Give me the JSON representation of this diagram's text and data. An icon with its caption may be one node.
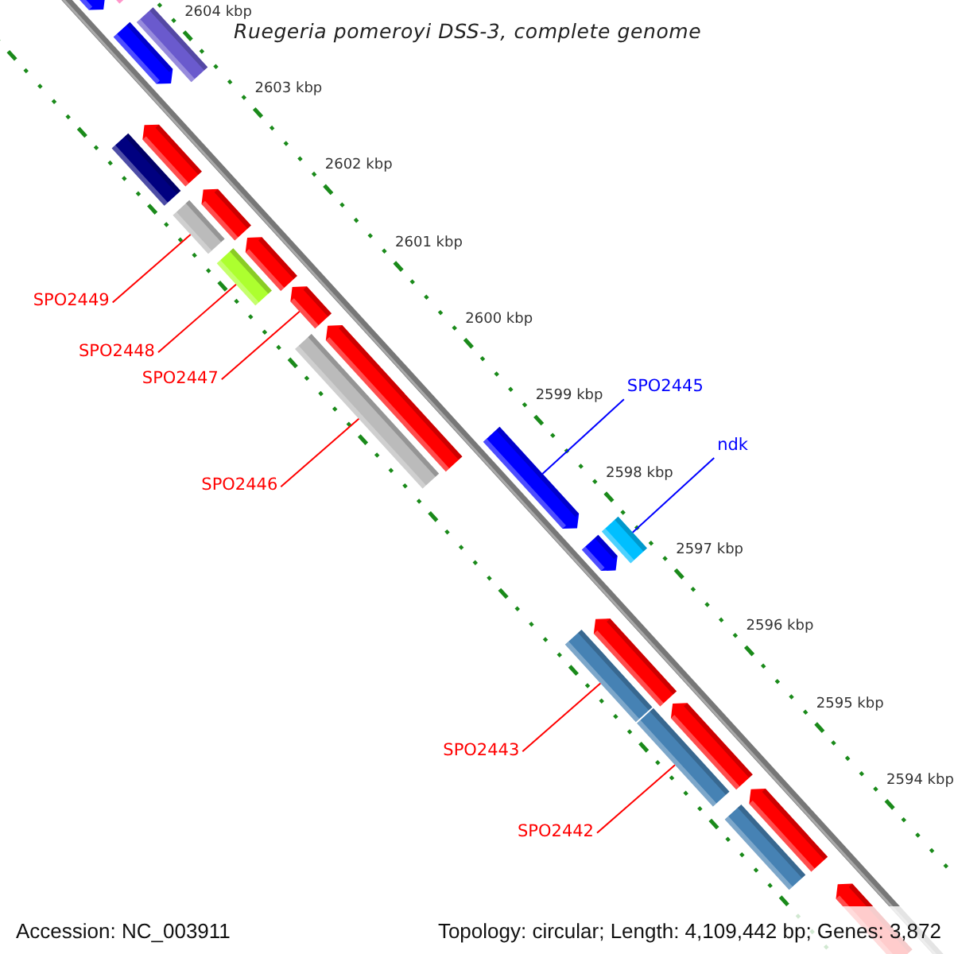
{
  "diagram": {
    "title": "Ruegeria pomeroyi DSS-3, complete genome",
    "nodes": [
      {
        "text": [
          "SPO2445"
        ]
      },
      {
        "text": [
          "ndk"
        ]
      },
      {
        "text": [
          "SPO2449"
        ]
      },
      {
        "text": [
          "SPO2448"
        ]
      },
      {
        "text": [
          "SPO2447"
        ]
      },
      {
        "text": [
          "SPO2446"
        ]
      },
      {
        "text": [
          "SPO2443"
        ]
      },
      {
        "text": [
          "SPO2442"
        ]
      },
      {
        "text": [],
        "shape": "bar"
      },
      {
        "text": [],
        "shape": "bar"
      },
      {
        "text": [],
        "shape": "bar"
      },
      {
        "text": [],
        "shape": "bar"
      },
      {
        "text": [],
        "shape": "bar"
      },
      {
        "text": [],
        "shape": "bar"
      },
      {
        "text": [],
        "shape": "bar"
      },
      {
        "text": [],
        "shape": "bar"
      },
      {
        "text": [],
        "shape": "bar"
      },
      {
        "text": [],
        "shape": "bar"
      },
      {
        "text": [],
        "shape": "bar"
      },
      {
        "text": [],
        "shape": "bar"
      },
      {
        "text": [],
        "shape": "bar"
      },
      {
        "text": [],
        "shape": "bar"
      },
      {
        "text": [],
        "shape": "bar"
      },
      {
        "text": [],
        "shape": "bar"
      },
      {
        "text": [],
        "shape": "bar"
      },
      {
        "text": [],
        "shape": "bar"
      },
      {
        "text": [],
        "shape": "bar"
      },
      {
        "text": [],
        "shape": "bar"
      },
      {
        "text": [],
        "shape": "bar"
      },
      {
        "text": [],
        "shape": "bar"
      },
      {
        "text": [],
        "shape": "bar"
      }
    ],
    "edges": [
      {
        "from": 0,
        "to": 21,
        "arrow": "none",
        "color": "#0000ff"
      },
      {
        "from": 1,
        "to": 23,
        "arrow": "none",
        "color": "#0000ff"
      },
      {
        "from": 2,
        "to": 15,
        "arrow": "none"
      },
      {
        "from": 3,
        "to": 17,
        "arrow": "none"
      },
      {
        "from": 4,
        "to": 18,
        "arrow": "none"
      },
      {
        "from": 5,
        "to": 20,
        "arrow": "none"
      },
      {
        "from": 6,
        "to": 25,
        "arrow": "none"
      },
      {
        "from": 7,
        "to": 27,
        "arrow": "none"
      }
    ],
    "labels": [
      "2604 kbp",
      "2603 kbp",
      "2602 kbp",
      "2601 kbp",
      "2600 kbp",
      "2599 kbp",
      "2598 kbp",
      "2597 kbp",
      "2596 kbp",
      "2595 kbp",
      "2594 kbp",
      "Accession: NC_003911",
      "Topology: circular; Length: 4,109,442 bp; Genes: 3,872"
    ]
  }
}
